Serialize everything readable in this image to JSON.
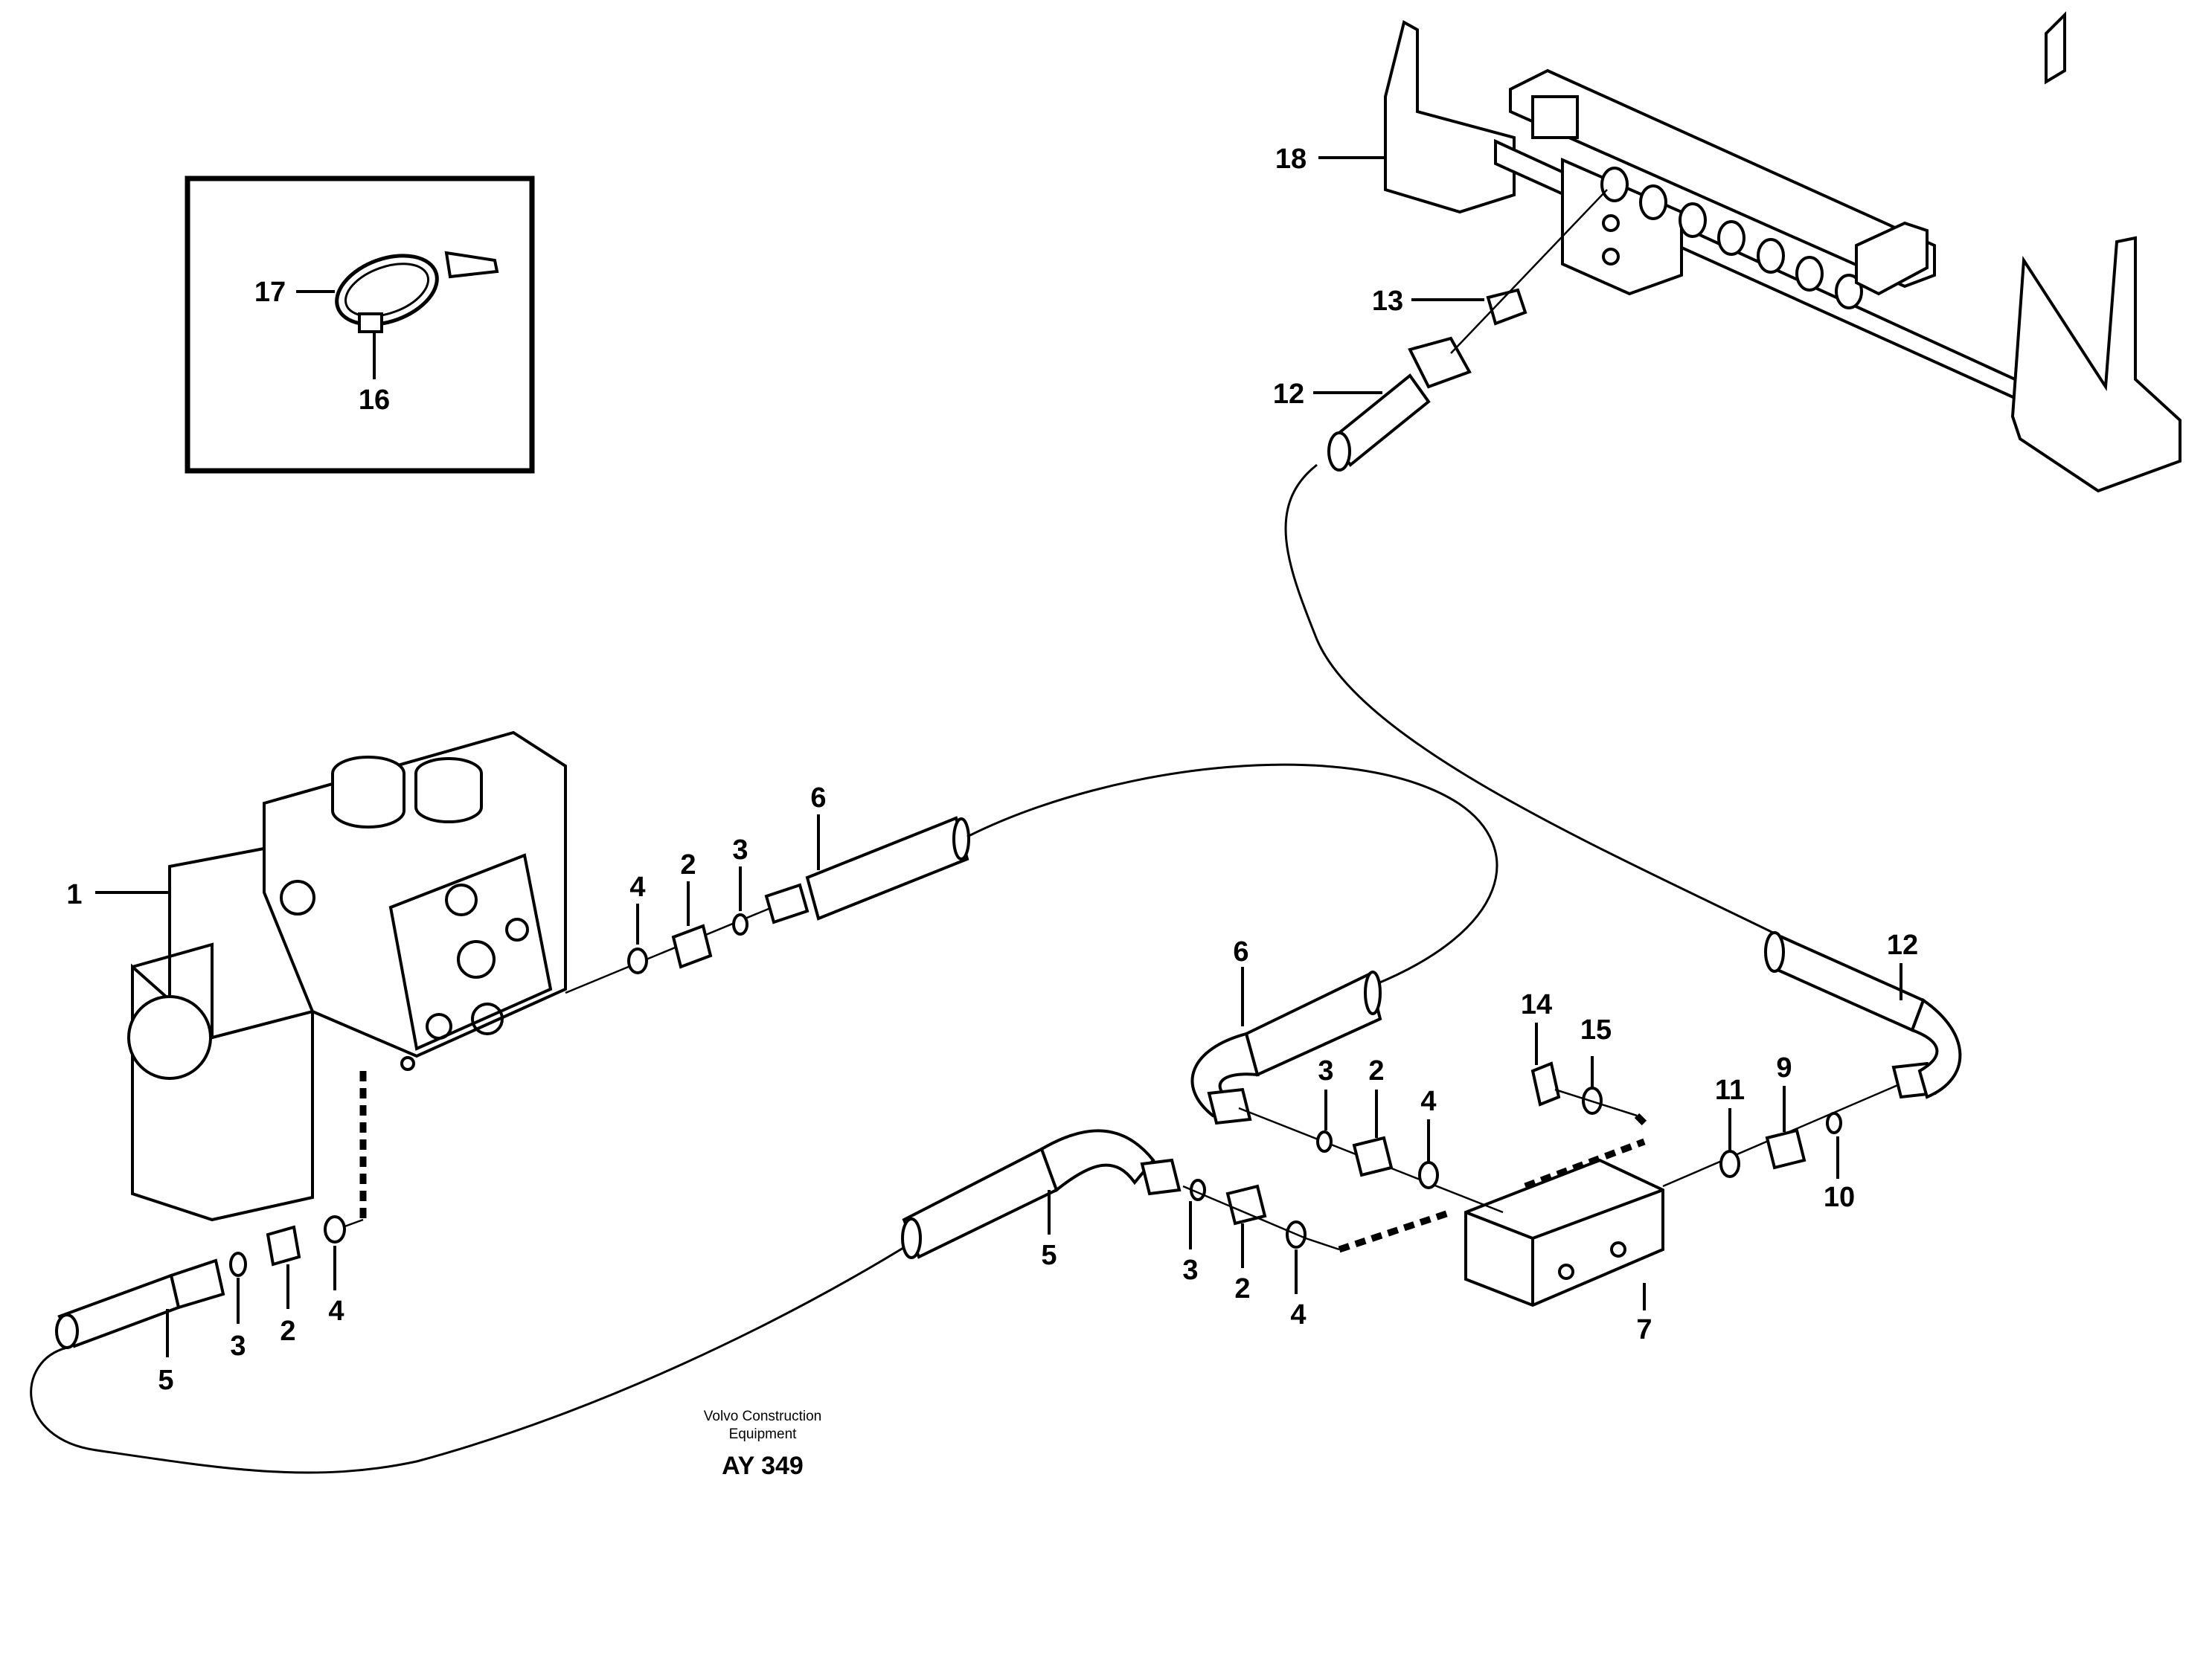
{
  "labels": {
    "p1": "1",
    "p2a": "2",
    "p3a": "3",
    "p4a": "4",
    "p6a": "6",
    "p5a": "5",
    "p3b": "3",
    "p2b": "2",
    "p4b": "4",
    "p5b": "5",
    "p3c": "3",
    "p2c": "2",
    "p4c": "4",
    "p6b": "6",
    "p3d": "3",
    "p2d": "2",
    "p4d": "4",
    "p14": "14",
    "p15": "15",
    "p7": "7",
    "p11": "11",
    "p9": "9",
    "p10": "10",
    "p12b": "12",
    "p18": "18",
    "p13": "13",
    "p12a": "12",
    "p17": "17",
    "p16": "16"
  },
  "caption": {
    "line1": "Volvo Construction",
    "line2": "Equipment",
    "code": "AY 349"
  }
}
